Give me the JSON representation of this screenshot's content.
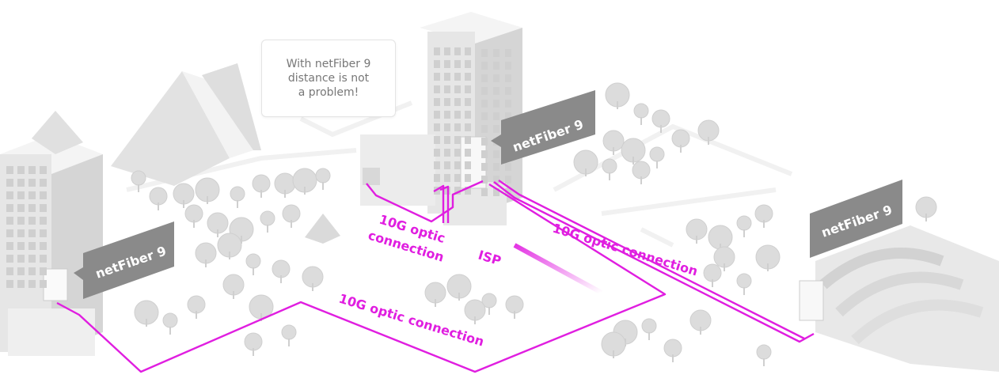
{
  "callout": {
    "text": "With netFiber 9\ndistance is not\na problem!"
  },
  "devices": {
    "left": "netFiber 9",
    "center": "netFiber 9",
    "right": "netFiber 9"
  },
  "connections": {
    "center_left_line1": "10G optic",
    "center_left_line2": "connection",
    "isp": "ISP",
    "upper_right": "10G optic connection",
    "bottom": "10G optic connection"
  },
  "colors": {
    "fiber": "#e01ee0",
    "building": "#ececec",
    "tree": "#dcdcdc",
    "label_bg": "#8a8a8a"
  }
}
